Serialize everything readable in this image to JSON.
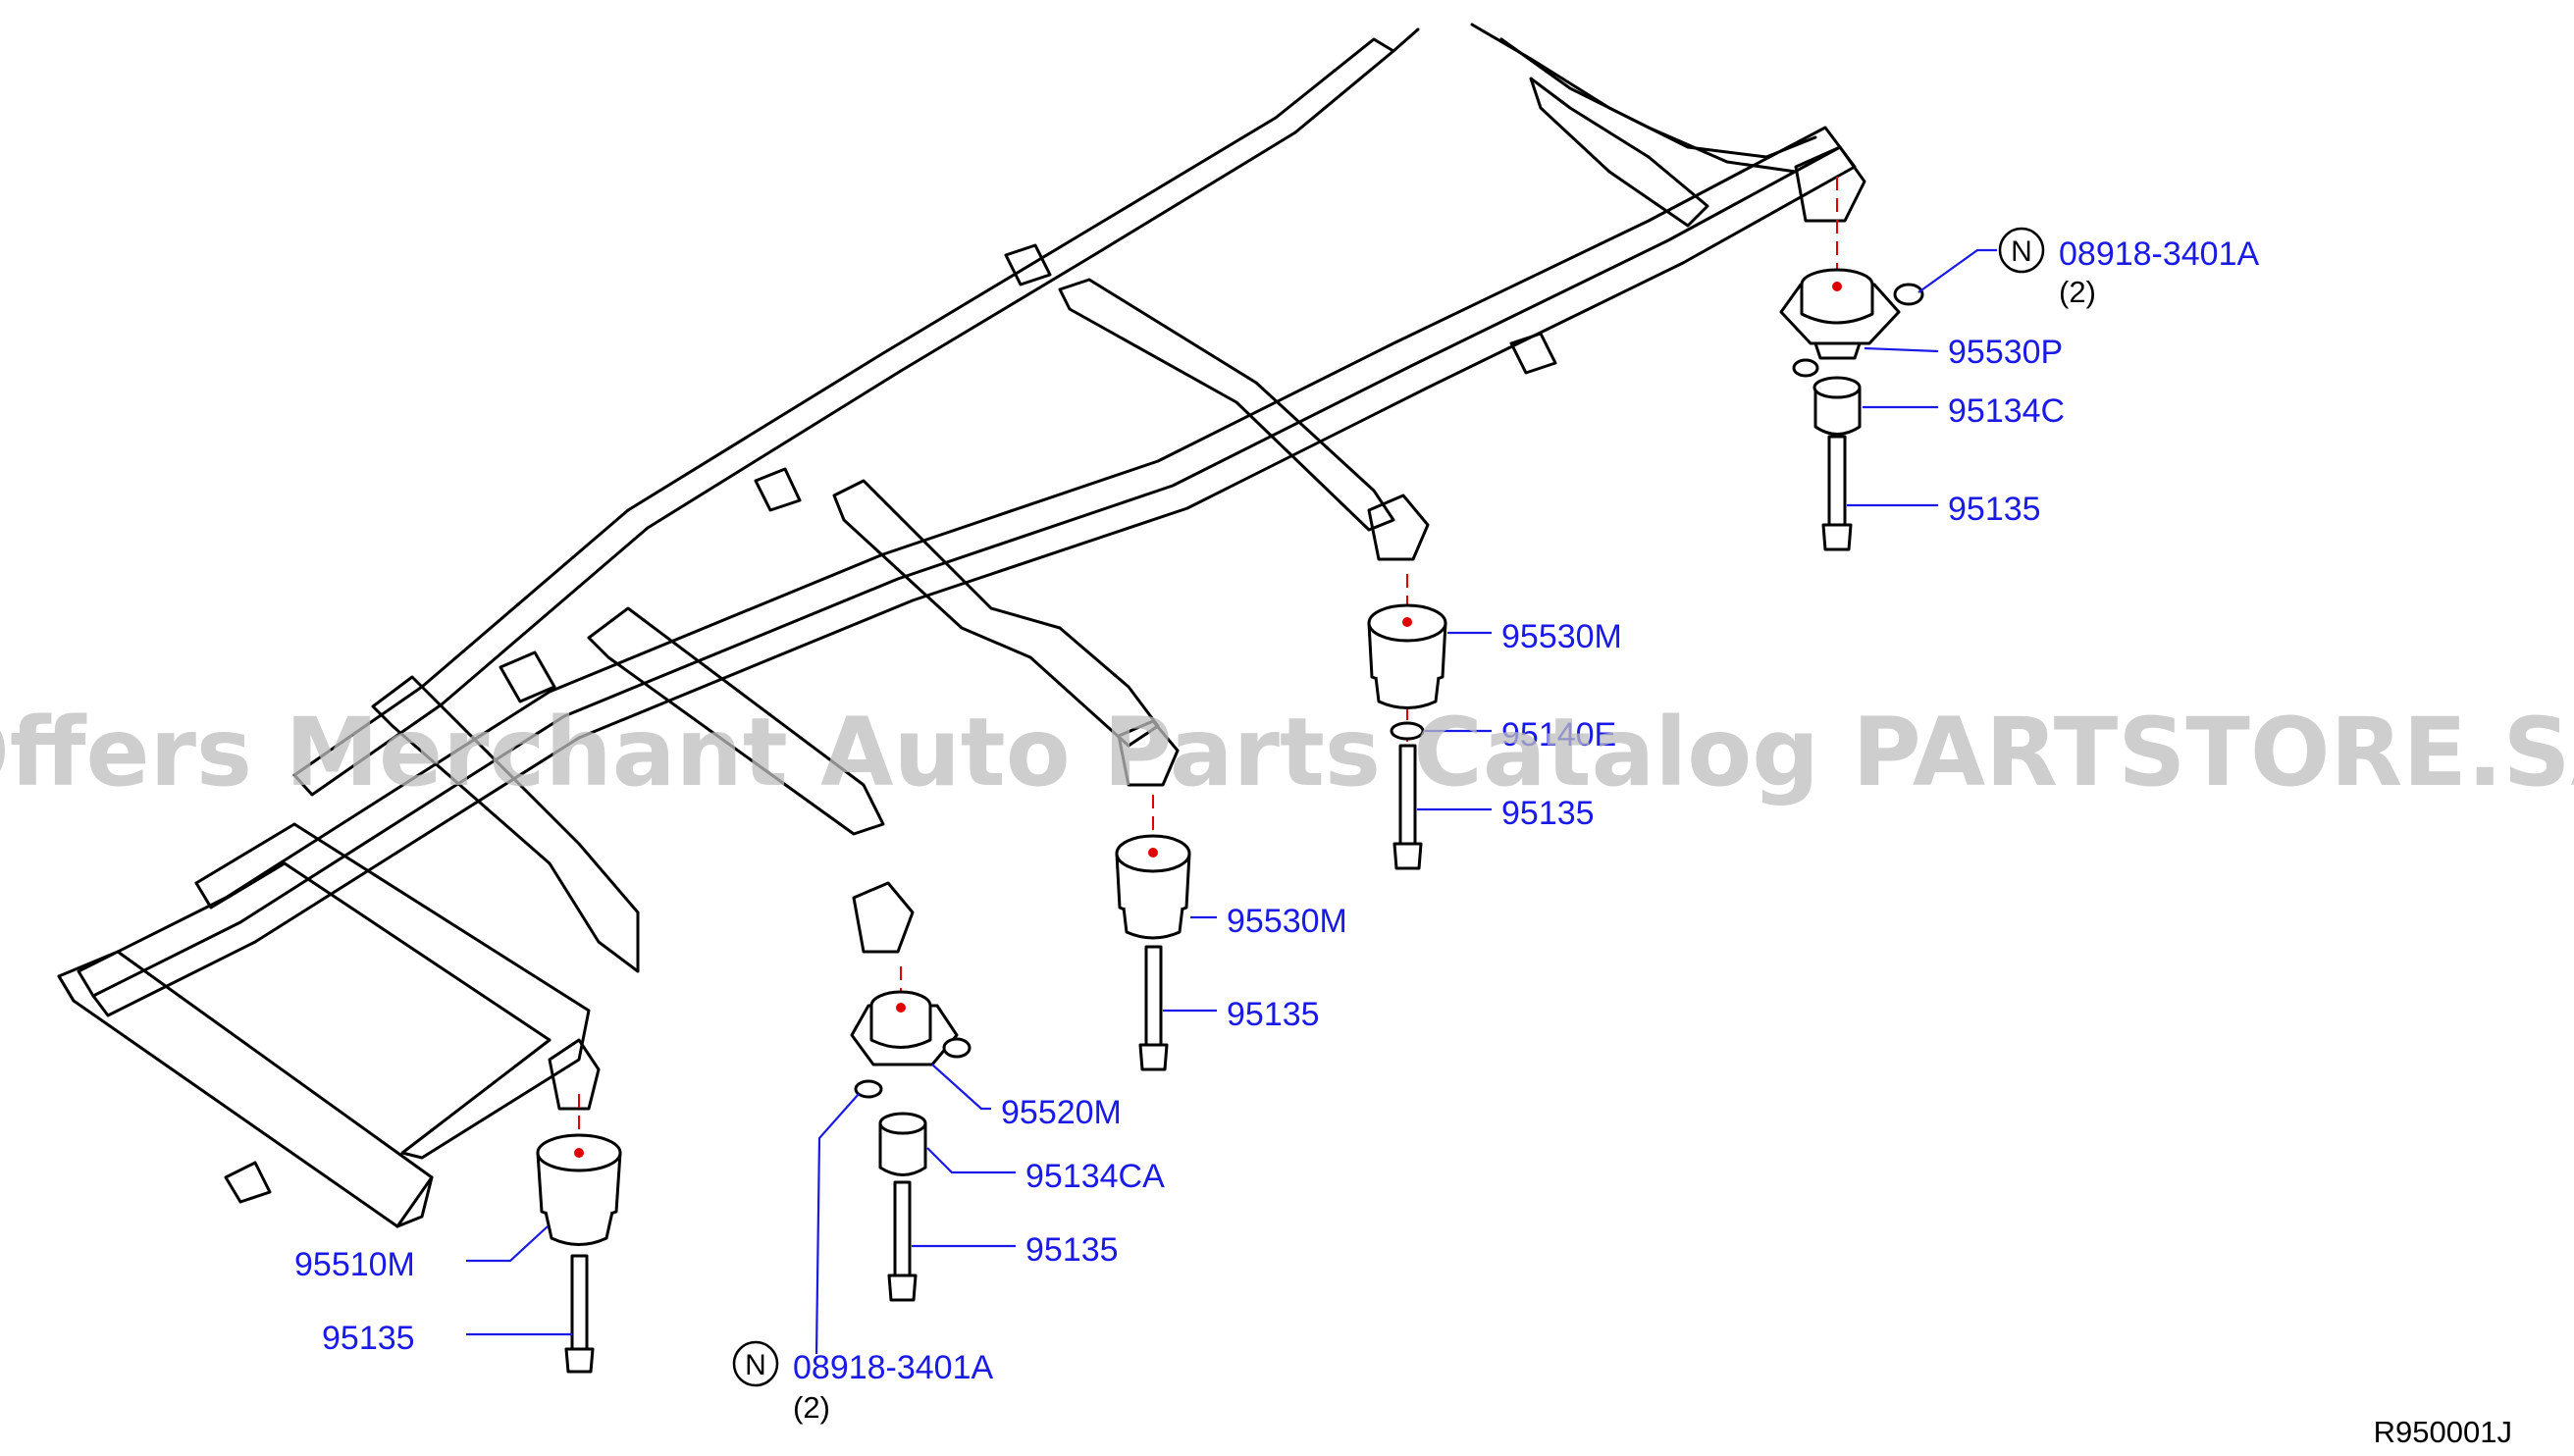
{
  "diagram": {
    "callouts": [
      {
        "id": "n1",
        "symbol": "N",
        "part": "08918-3401A",
        "qty": "(2)"
      },
      {
        "id": "p1",
        "part": "95530P"
      },
      {
        "id": "p2",
        "part": "95134C"
      },
      {
        "id": "p3",
        "part": "95135"
      },
      {
        "id": "p4",
        "part": "95530M"
      },
      {
        "id": "p5",
        "part": "95140E"
      },
      {
        "id": "p6",
        "part": "95135"
      },
      {
        "id": "p7",
        "part": "95530M"
      },
      {
        "id": "p8",
        "part": "95135"
      },
      {
        "id": "p9",
        "part": "95520M"
      },
      {
        "id": "p10",
        "part": "95134CA"
      },
      {
        "id": "p11",
        "part": "95135"
      },
      {
        "id": "p12",
        "part": "95510M"
      },
      {
        "id": "p13",
        "part": "95135"
      },
      {
        "id": "n2",
        "symbol": "N",
        "part": "08918-3401A",
        "qty": "(2)"
      }
    ],
    "reference": "R950001J",
    "watermark": "Offers Merchant Auto Parts Catalog PARTSTORE.SA"
  },
  "colors": {
    "label": "#1a1ae6",
    "axis": "#e00000",
    "line": "#000000",
    "watermark": "#bdbdbd"
  }
}
